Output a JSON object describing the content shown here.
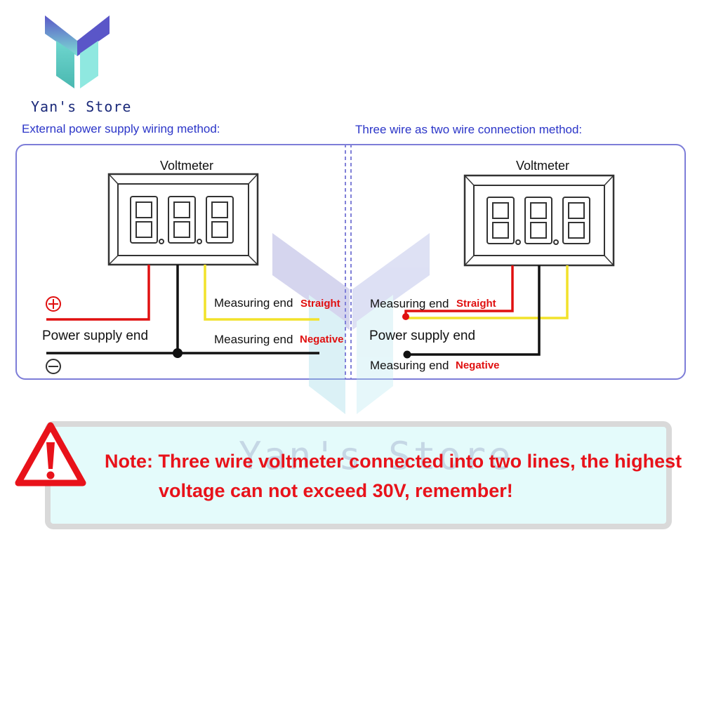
{
  "brand": {
    "name": "Yan's Store",
    "watermark": "Yan's Store"
  },
  "headings": {
    "left": "External power supply wiring method:",
    "right": "Three wire as two wire connection method:"
  },
  "left_diagram": {
    "meter_title": "Voltmeter",
    "measuring_end_1": "Measuring end",
    "tag_straight": "Straight",
    "measuring_end_2": "Measuring end",
    "tag_negative": "Negative",
    "power_supply": "Power supply end"
  },
  "right_diagram": {
    "meter_title": "Voltmeter",
    "measuring_end_1": "Measuring end",
    "tag_straight": "Straight",
    "power_supply": "Power supply end",
    "measuring_end_2": "Measuring end",
    "tag_negative": "Negative"
  },
  "note": {
    "line1": "Note: Three wire voltmeter connected into two lines, the highest",
    "line2": "voltage can not exceed 30V, remember!"
  },
  "colors": {
    "heading_blue": "#2b35c8",
    "wire_red": "#e01010",
    "wire_yellow": "#f2e22a",
    "wire_black": "#111111",
    "note_red": "#e8121a",
    "note_bg": "#e4fbfb"
  },
  "icons": [
    "brand-logo-icon",
    "plus-circle-icon",
    "minus-circle-icon",
    "warning-icon"
  ]
}
